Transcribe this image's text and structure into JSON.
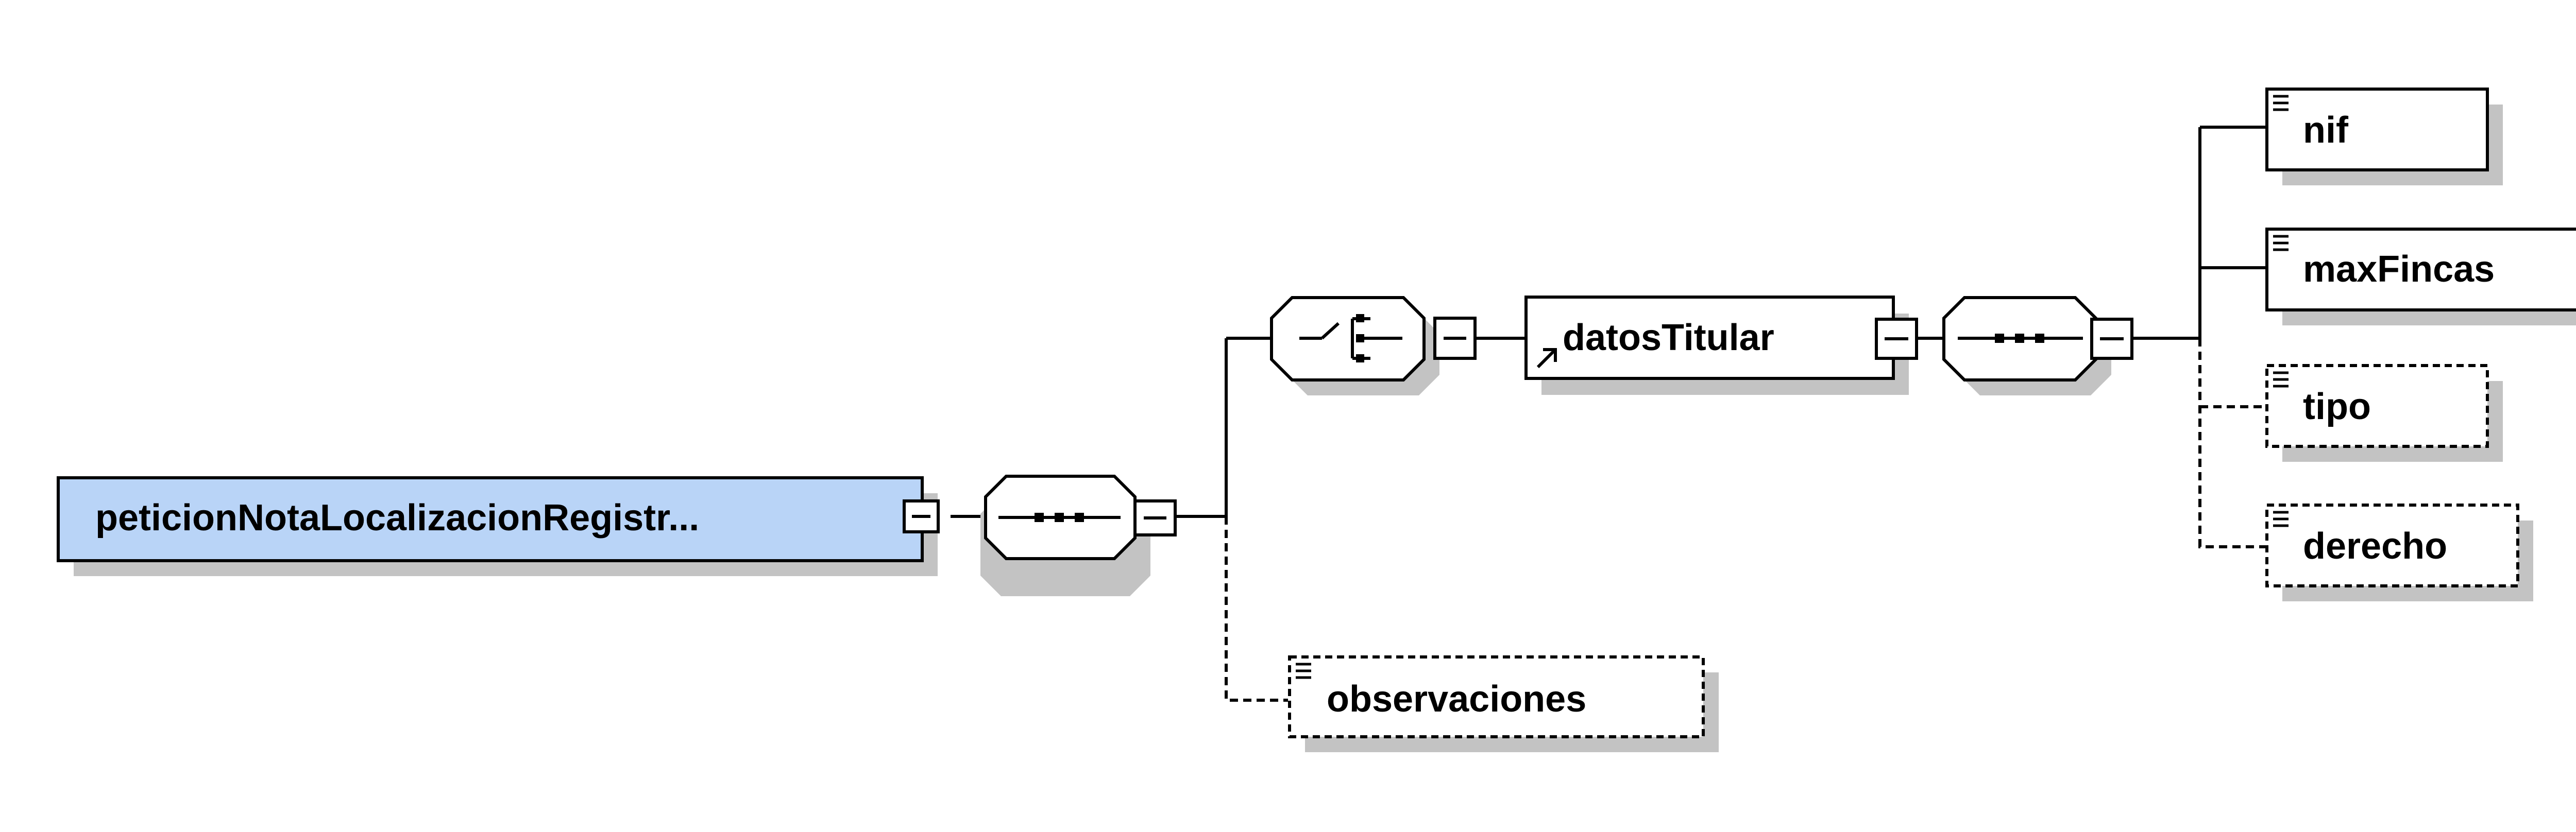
{
  "root": {
    "label": "peticionNotaLocalizacionRegistr..."
  },
  "choice_element": {
    "label": "datosTitular"
  },
  "optional_element": {
    "label": "observaciones"
  },
  "child_elements": [
    {
      "label": "nif"
    },
    {
      "label": "maxFincas"
    },
    {
      "label": "tipo"
    },
    {
      "label": "derecho"
    }
  ],
  "icons": {
    "sequence": "sequence-compositor-icon",
    "choice": "choice-compositor-icon",
    "collapse": "minus-collapse-icon",
    "reference": "reference-arrow-icon",
    "simple_type": "simple-content-icon"
  },
  "colors": {
    "root_fill": "#b9d4f7",
    "box_fill": "#ffffff",
    "shadow": "#c3c3c3",
    "stroke": "#000000"
  }
}
